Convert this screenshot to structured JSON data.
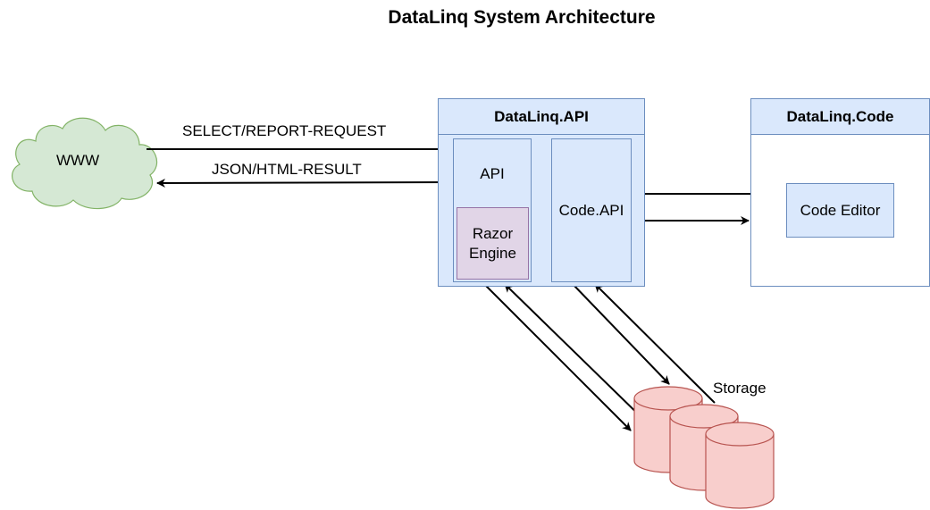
{
  "title": "DataLinq System Architecture",
  "cloud": {
    "label": "WWW"
  },
  "edges": {
    "request_label": "SELECT/REPORT-REQUEST",
    "result_label": "JSON/HTML-RESULT"
  },
  "api_container": {
    "title": "DataLinq.API",
    "api_box": "API",
    "razor_box_line1": "Razor",
    "razor_box_line2": "Engine",
    "code_api_box": "Code.API"
  },
  "code_container": {
    "title": "DataLinq.Code",
    "editor_box": "Code Editor"
  },
  "storage": {
    "label": "Storage"
  },
  "colors": {
    "cloud_fill": "#d5e8d4",
    "cloud_stroke": "#82b366",
    "blue_fill": "#dae8fc",
    "blue_stroke": "#6c8ebf",
    "purple_fill": "#e1d5e7",
    "purple_stroke": "#9673a6",
    "storage_fill": "#f8cecc",
    "storage_stroke": "#b85450"
  }
}
